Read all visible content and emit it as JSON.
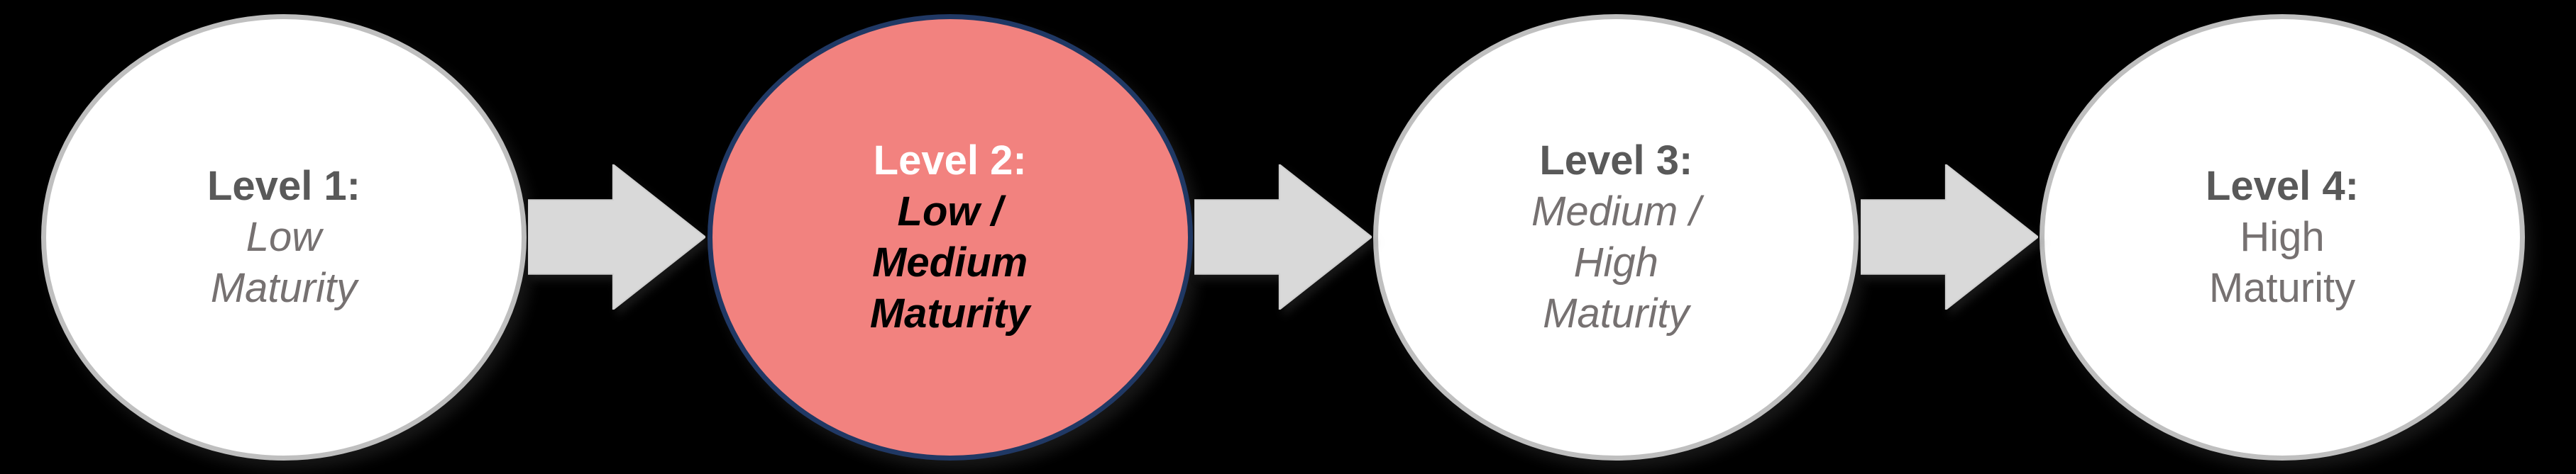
{
  "diagram": {
    "background_color": "#000000",
    "arrow_color": "#D9D9D9",
    "arrow_icon": "right-block-arrow",
    "nodes": [
      {
        "id": "level-1",
        "title": "Level 1:",
        "subtitle": "Low\nMaturity",
        "fill": "#FFFFFF",
        "border": "#BFBFBF",
        "title_color": "#595959",
        "subtitle_color": "#767171",
        "subtitle_italic": true,
        "subtitle_bold": false
      },
      {
        "id": "level-2",
        "title": "Level 2:",
        "subtitle": "Low /\nMedium\nMaturity",
        "fill": "#F2827F",
        "border": "#203864",
        "title_color": "#FFFFFF",
        "subtitle_color": "#000000",
        "subtitle_italic": true,
        "subtitle_bold": true
      },
      {
        "id": "level-3",
        "title": "Level 3:",
        "subtitle": "Medium /\nHigh\nMaturity",
        "fill": "#FFFFFF",
        "border": "#BFBFBF",
        "title_color": "#595959",
        "subtitle_color": "#767171",
        "subtitle_italic": true,
        "subtitle_bold": false
      },
      {
        "id": "level-4",
        "title": "Level 4:",
        "subtitle": "High\nMaturity",
        "fill": "#FFFFFF",
        "border": "#BFBFBF",
        "title_color": "#595959",
        "subtitle_color": "#767171",
        "subtitle_italic": false,
        "subtitle_bold": false
      }
    ]
  }
}
